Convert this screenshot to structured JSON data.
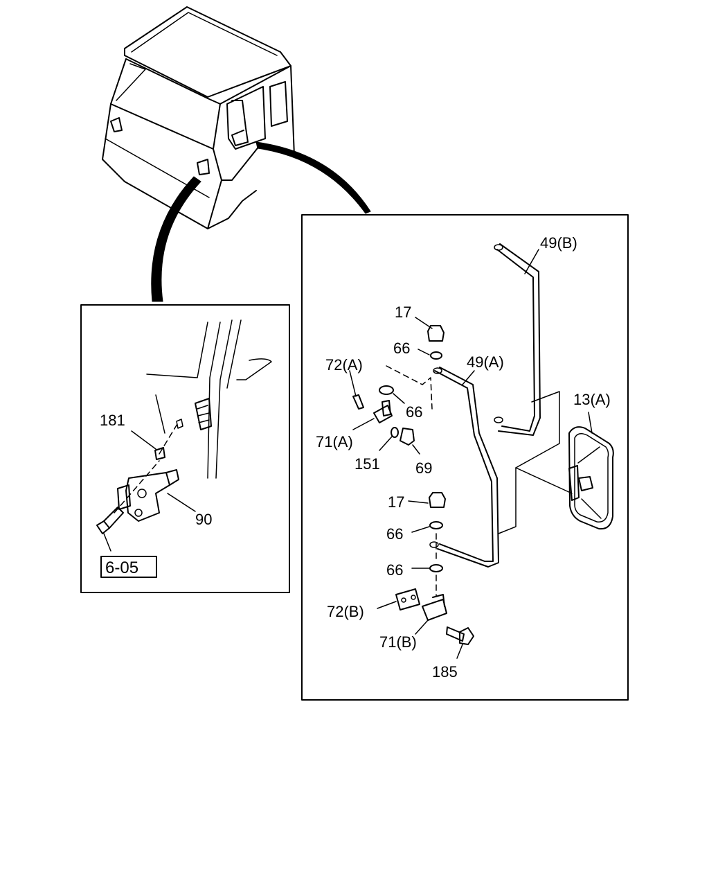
{
  "labels": {
    "l49b": "49(B)",
    "l17a": "17",
    "l66a": "66",
    "l72a": "72(A)",
    "l49a": "49(A)",
    "l66b": "66",
    "l13a": "13(A)",
    "l71a": "71(A)",
    "l151": "151",
    "l69": "69",
    "l17b": "17",
    "l66c": "66",
    "l66d": "66",
    "l72b": "72(B)",
    "l71b": "71(B)",
    "l185": "185",
    "l181": "181",
    "l90": "90"
  },
  "ref_box": "6-05"
}
